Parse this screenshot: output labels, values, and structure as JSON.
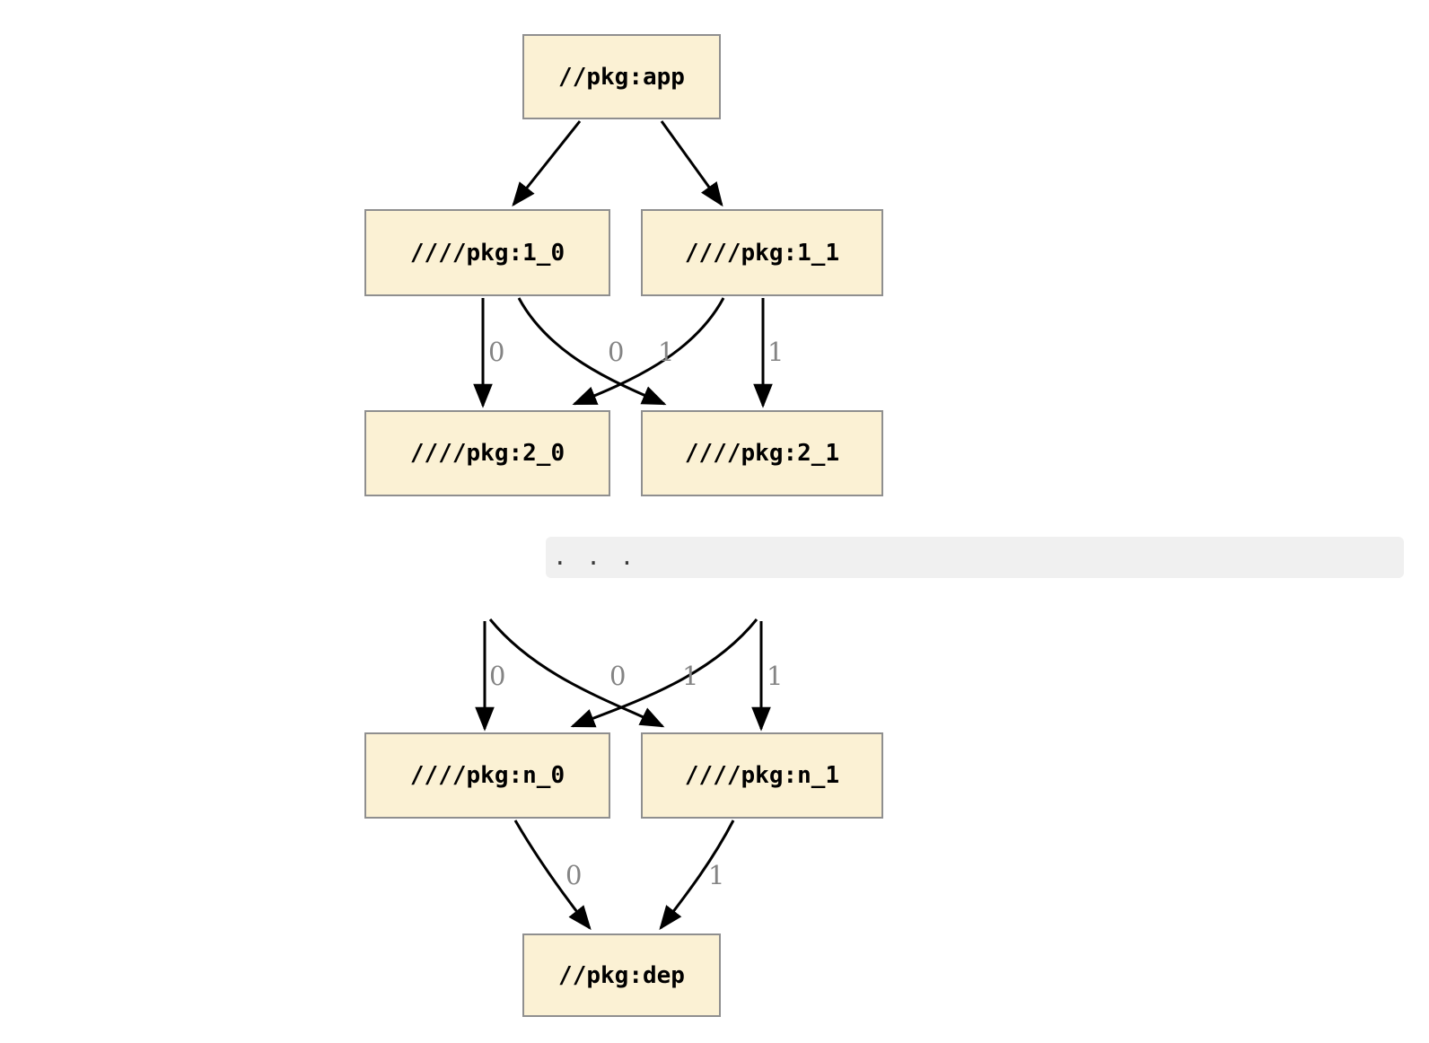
{
  "diagram_type": "dependency-graph",
  "colors": {
    "background": "#ffffff",
    "node_fill": "#fbf1d4",
    "node_border": "#8f8f8f",
    "edge": "#000000",
    "edge_label": "#848484",
    "ellipsis_band_fill": "#f0f0f0"
  },
  "nodes": {
    "app": {
      "label": "//pkg:app"
    },
    "pkg1_0": {
      "label": "////pkg:1_0"
    },
    "pkg1_1": {
      "label": "////pkg:1_1"
    },
    "pkg2_0": {
      "label": "////pkg:2_0"
    },
    "pkg2_1": {
      "label": "////pkg:2_1"
    },
    "pkgn_0": {
      "label": "////pkg:n_0"
    },
    "pkgn_1": {
      "label": "////pkg:n_1"
    },
    "dep": {
      "label": "//pkg:dep"
    }
  },
  "ellipsis_text": ". . .",
  "edges": [
    {
      "from": "//pkg:app",
      "to": "////pkg:1_0",
      "label": ""
    },
    {
      "from": "//pkg:app",
      "to": "////pkg:1_1",
      "label": ""
    },
    {
      "from": "////pkg:1_0",
      "to": "////pkg:2_0",
      "label": "0"
    },
    {
      "from": "////pkg:1_1",
      "to": "////pkg:2_0",
      "label": "0"
    },
    {
      "from": "////pkg:1_0",
      "to": "////pkg:2_1",
      "label": "1"
    },
    {
      "from": "////pkg:1_1",
      "to": "////pkg:2_1",
      "label": "1"
    },
    {
      "from": "...",
      "to": "////pkg:n_0",
      "label": "0"
    },
    {
      "from": "...",
      "to": "////pkg:n_0",
      "label": "0"
    },
    {
      "from": "...",
      "to": "////pkg:n_1",
      "label": "1"
    },
    {
      "from": "...",
      "to": "////pkg:n_1",
      "label": "1"
    },
    {
      "from": "////pkg:n_0",
      "to": "//pkg:dep",
      "label": "0"
    },
    {
      "from": "////pkg:n_1",
      "to": "//pkg:dep",
      "label": "1"
    }
  ]
}
